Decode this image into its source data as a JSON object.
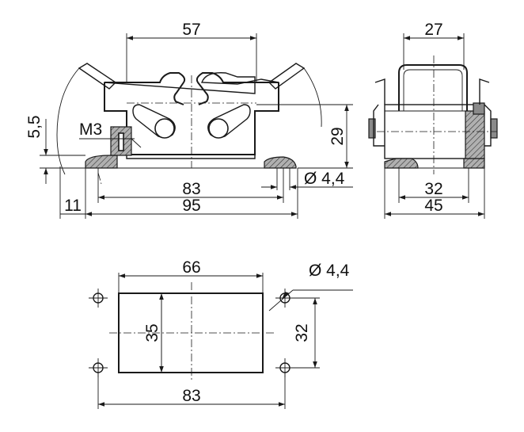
{
  "colors": {
    "line": "#1a1a1a",
    "background": "#ffffff",
    "section_fill": "#8a8a8a"
  },
  "front_view": {
    "dim_top": "57",
    "dim_thread": "M3",
    "dim_left_vertical": "5,5",
    "dim_height": "29",
    "dim_hole": "Ø 4,4",
    "dim_inner_width": "83",
    "dim_offset": "11",
    "dim_total_width": "95"
  },
  "side_view": {
    "dim_top": "27",
    "dim_inner": "32",
    "dim_total": "45"
  },
  "cutout_view": {
    "dim_width": "66",
    "dim_hole": "Ø 4,4",
    "dim_height": "35",
    "dim_pitch_vertical": "32",
    "dim_pitch_horizontal": "83"
  }
}
